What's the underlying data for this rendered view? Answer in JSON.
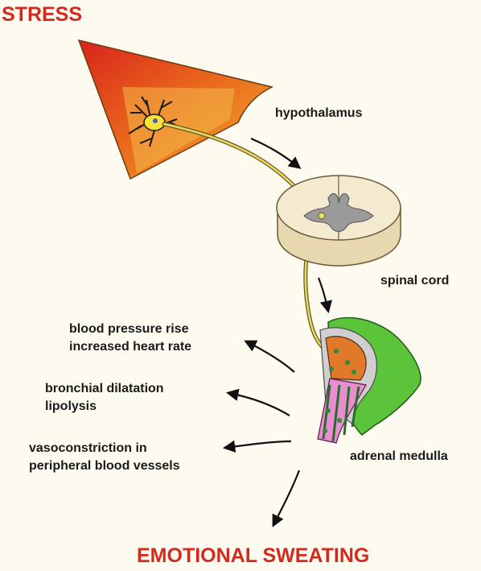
{
  "title_top": "STRESS",
  "title_bottom": "EMOTIONAL SWEATING",
  "labels": {
    "hypothalamus": "hypothalamus",
    "spinal_cord": "spinal cord",
    "adrenal_medulla": "adrenal medulla"
  },
  "effects": [
    {
      "line1": "blood pressure rise",
      "line2": "increased heart rate"
    },
    {
      "line1": "bronchial dilatation",
      "line2": "lipolysis"
    },
    {
      "line1": "vasoconstriction in",
      "line2": "peripheral blood vessels"
    }
  ],
  "colors": {
    "title": "#d42a1e",
    "hypothalamus_outer": "#e25a1c",
    "hypothalamus_inner": "#f2b02a",
    "adrenal_cortex": "#5cc43a",
    "adrenal_medulla": "#e07a2a",
    "chromaffin": "#e88ed0",
    "nerve": "#e8d870"
  }
}
